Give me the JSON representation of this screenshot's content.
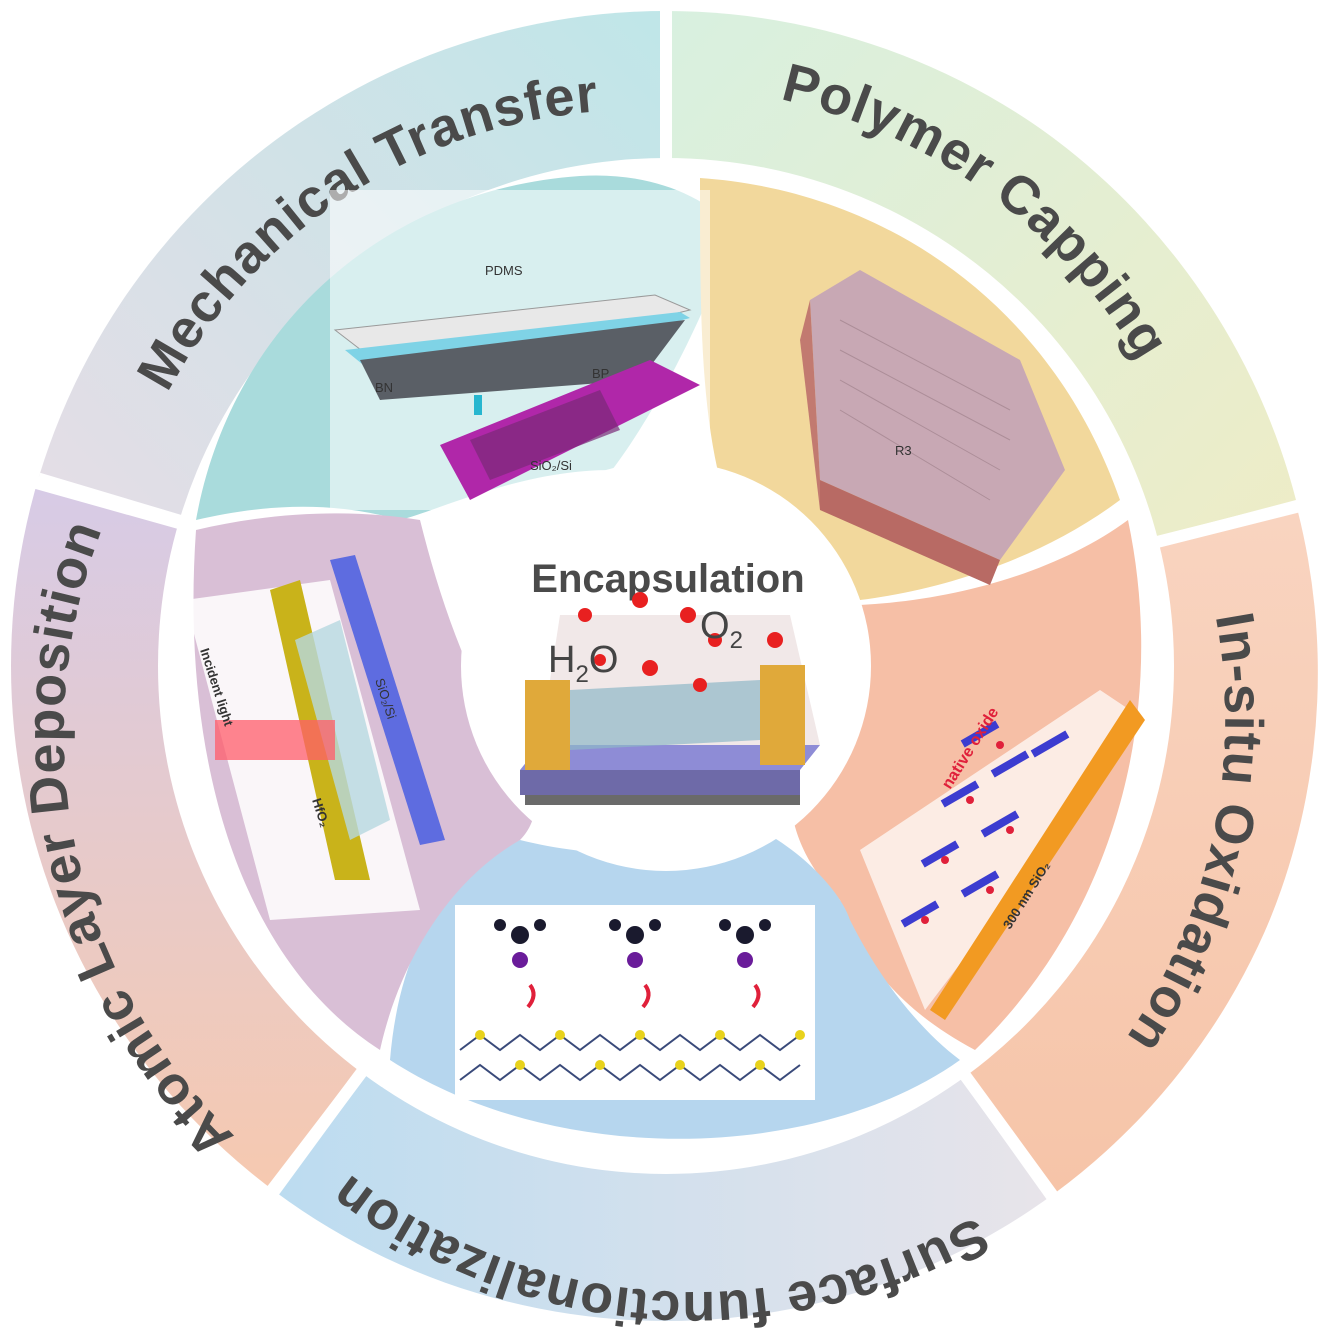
{
  "colors": {
    "mechanical": "#c8e8ec",
    "polymer": "#e4efcf",
    "oxidation": "#f7cdb6",
    "surface": "#c4def0",
    "ald": "#dccde6",
    "center_bg": "#ffffff"
  },
  "segments": {
    "mechanical_transfer": "Mechanical Transfer",
    "polymer_capping": "Polymer Capping",
    "in_situ_oxidation": "In-situ Oxidation",
    "surface_functionalization": "Surface functionalization",
    "atomic_layer_deposition": "Atomic Layer Deposition"
  },
  "center": {
    "title": "Encapsulation",
    "h2o": "H",
    "h2o_sub": "2",
    "h2o_tail": "O",
    "o2": "O",
    "o2_sub": "2"
  },
  "panel_labels": {
    "pdms": "PDMS",
    "bn": "BN",
    "bp": "BP",
    "sio2_si": "SiO₂/Si",
    "incident_light": "Incident light",
    "hfo2": "HfO₂",
    "sio2_si_vertical": "SiO₂/Si",
    "native_oxide": "native oxide",
    "sio2_300nm": "300 nm SiO₂"
  }
}
